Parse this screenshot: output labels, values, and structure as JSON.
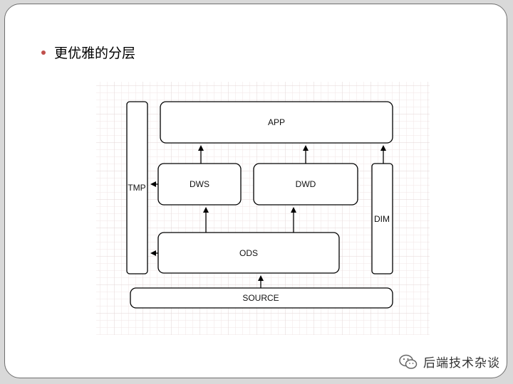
{
  "slide": {
    "bullet_title": "更优雅的分层"
  },
  "diagram": {
    "layers": {
      "app": "APP",
      "dws": "DWS",
      "dwd": "DWD",
      "ods": "ODS",
      "tmp": "TMP",
      "dim": "DIM",
      "source": "SOURCE"
    }
  },
  "watermark": {
    "text": "后端技术杂谈",
    "icon": "wechat-icon"
  }
}
